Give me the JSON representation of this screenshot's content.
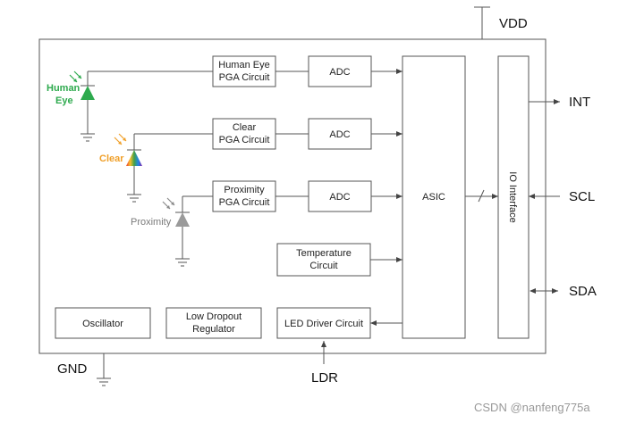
{
  "colors": {
    "human_eye": "#2eaa4e",
    "clear": "#f0a02a",
    "proximity": "#7a7a7a"
  },
  "sensors": {
    "human_eye": [
      "Human",
      "Eye"
    ],
    "clear": "Clear",
    "proximity": "Proximity"
  },
  "blocks": {
    "pga_human_eye": [
      "Human Eye",
      "PGA Circuit"
    ],
    "pga_clear": [
      "Clear",
      "PGA Circuit"
    ],
    "pga_proximity": [
      "Proximity",
      "PGA Circuit"
    ],
    "adc": "ADC",
    "temperature": [
      "Temperature",
      "Circuit"
    ],
    "asic": "ASIC",
    "io_interface": "IO Interface",
    "oscillator": "Oscillator",
    "ldo": [
      "Low Dropout",
      "Regulator"
    ],
    "led_driver": "LED Driver Circuit"
  },
  "pins": {
    "vdd": "VDD",
    "gnd": "GND",
    "ldr": "LDR",
    "int": "INT",
    "scl": "SCL",
    "sda": "SDA"
  },
  "watermark": "CSDN @nanfeng775a"
}
